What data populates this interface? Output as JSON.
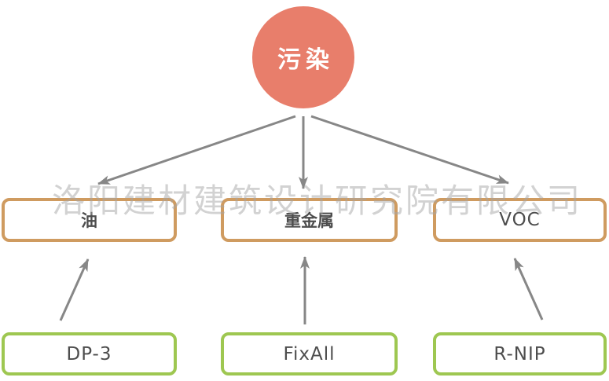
{
  "diagram": {
    "root": {
      "label": "污染",
      "fill_color": "#E87E6B",
      "text_color": "#FFFFFF"
    },
    "middle_nodes": [
      {
        "label": "油"
      },
      {
        "label": "重金属"
      },
      {
        "label": "VOC"
      }
    ],
    "bottom_nodes": [
      {
        "label": "DP-3"
      },
      {
        "label": "FixAll"
      },
      {
        "label": "R-NIP"
      }
    ],
    "middle_border_color": "#CF9B60",
    "bottom_border_color": "#9EC751",
    "arrow_color": "#878787",
    "text_color": "#4D4D4D",
    "watermark_text": "洛阳建材建筑设计研究院有限公司"
  }
}
